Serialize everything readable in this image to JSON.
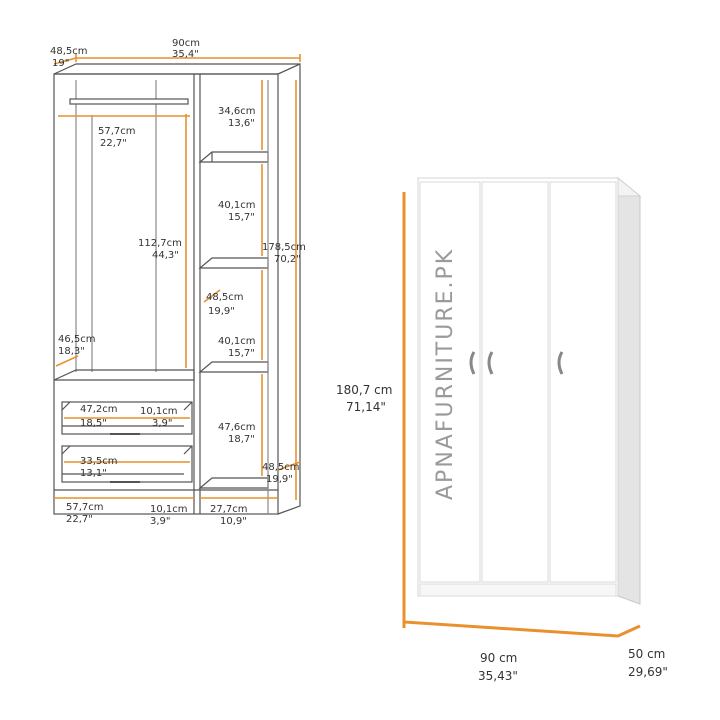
{
  "colors": {
    "accent": "#e8912e",
    "line": "#555555",
    "text": "#333333",
    "door": "#ffffff",
    "door_shade": "#e9e9e9",
    "watermark": "#9a9a9a"
  },
  "watermark": "APNAFURNITURE.PK",
  "technical_drawing": {
    "labels": {
      "depth_cm": "48,5cm",
      "depth_in": "19\"",
      "width_cm": "90cm",
      "width_in": "35,4\"",
      "rod_cm": "57,7cm",
      "rod_in": "22,7\"",
      "hang_height_cm": "112,7cm",
      "hang_height_in": "44,3\"",
      "left_depth_cm": "46,5cm",
      "left_depth_in": "18,3\"",
      "drawer1_width_cm": "47,2cm",
      "drawer1_width_in": "18,5\"",
      "drawer1_height_cm": "10,1cm",
      "drawer1_height_in": "3,9\"",
      "drawer2_depth_cm": "33,5cm",
      "drawer2_depth_in": "13,1\"",
      "bottom_width_cm": "57,7cm",
      "bottom_width_in": "22,7\"",
      "bottom_drawer_cm": "10,1cm",
      "bottom_drawer_in": "3,9\"",
      "shelf1_cm": "34,6cm",
      "shelf1_in": "13,6\"",
      "shelf2_cm": "40,1cm",
      "shelf2_in": "15,7\"",
      "shelf_depth_cm": "48,5cm",
      "shelf_depth_in": "19,9\"",
      "shelf3_cm": "40,1cm",
      "shelf3_in": "15,7\"",
      "shelf4_cm": "47,6cm",
      "shelf4_in": "18,7\"",
      "right_width_cm": "27,7cm",
      "right_width_in": "10,9\"",
      "total_height_cm": "178,5cm",
      "total_height_in": "70,2\"",
      "side_depth_cm": "48,5cm",
      "side_depth_in": "19,9\""
    }
  },
  "product_view": {
    "height_cm": "180,7 cm",
    "height_in": "71,14\"",
    "width_cm": "90 cm",
    "width_in": "35,43\"",
    "depth_cm": "50 cm",
    "depth_in": "29,69\""
  }
}
